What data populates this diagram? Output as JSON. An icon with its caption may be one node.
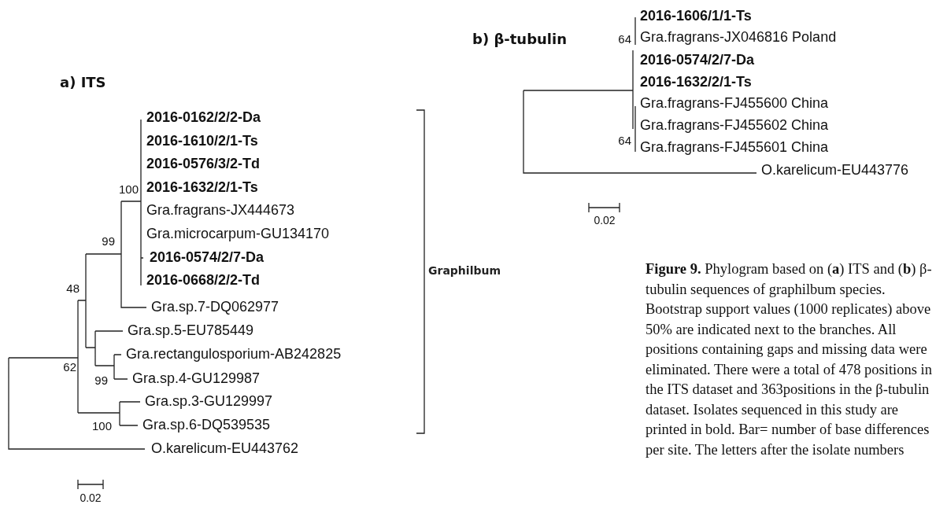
{
  "diagram": {
    "caption": "**Figure 9.** Phylogram based on (**a**) ITS and (**b**) β-tubulin sequences of graphilbum species. Bootstrap support values (1000 replicates) above 50% are indicated next to the branches.  All positions containing gaps and missing data were eliminated. There were a total of 478 positions in the ITS dataset and 363positions in the β-tubulin dataset. Isolates sequenced in this study are printed in bold. Bar= number of base differences per site. The letters after the isolate numbers",
    "labels": [
      "a) ITS",
      "2016-0162/2/2-Da",
      "2016-1610/2/1-Ts",
      "2016-0576/3/2-Td",
      "100",
      "2016-1632/2/1-Ts",
      "Gra.fragrans-JX444673",
      "Gra.microcarpum-GU134170",
      "99",
      "2016-0574/2/7-Da",
      "2016-0668/2/2-Td",
      "48",
      "Gra.sp.7-DQ062977",
      "Gra.sp.5-EU785449",
      "Gra.rectangulosporium-AB242825",
      "62",
      "99",
      "Gra.sp.4-GU129987",
      "Gra.sp.3-GU129997",
      "100",
      "Gra.sp.6-DQ539535",
      "O.karelicum-EU443762",
      "0.02",
      "Graphilbum",
      "2016-1606/1/1-Ts",
      "64",
      "Gra.fragrans-JX046816 Poland",
      "b) β-tubulin",
      "2016-0574/2/7-Da",
      "2016-1632/2/1-Ts",
      "Gra.fragrans-FJ455600 China",
      "Gra.fragrans-FJ455602 China",
      "64",
      "Gra.fragrans-FJ455601 China",
      "O.karelicum-EU443776",
      "0.02"
    ]
  }
}
